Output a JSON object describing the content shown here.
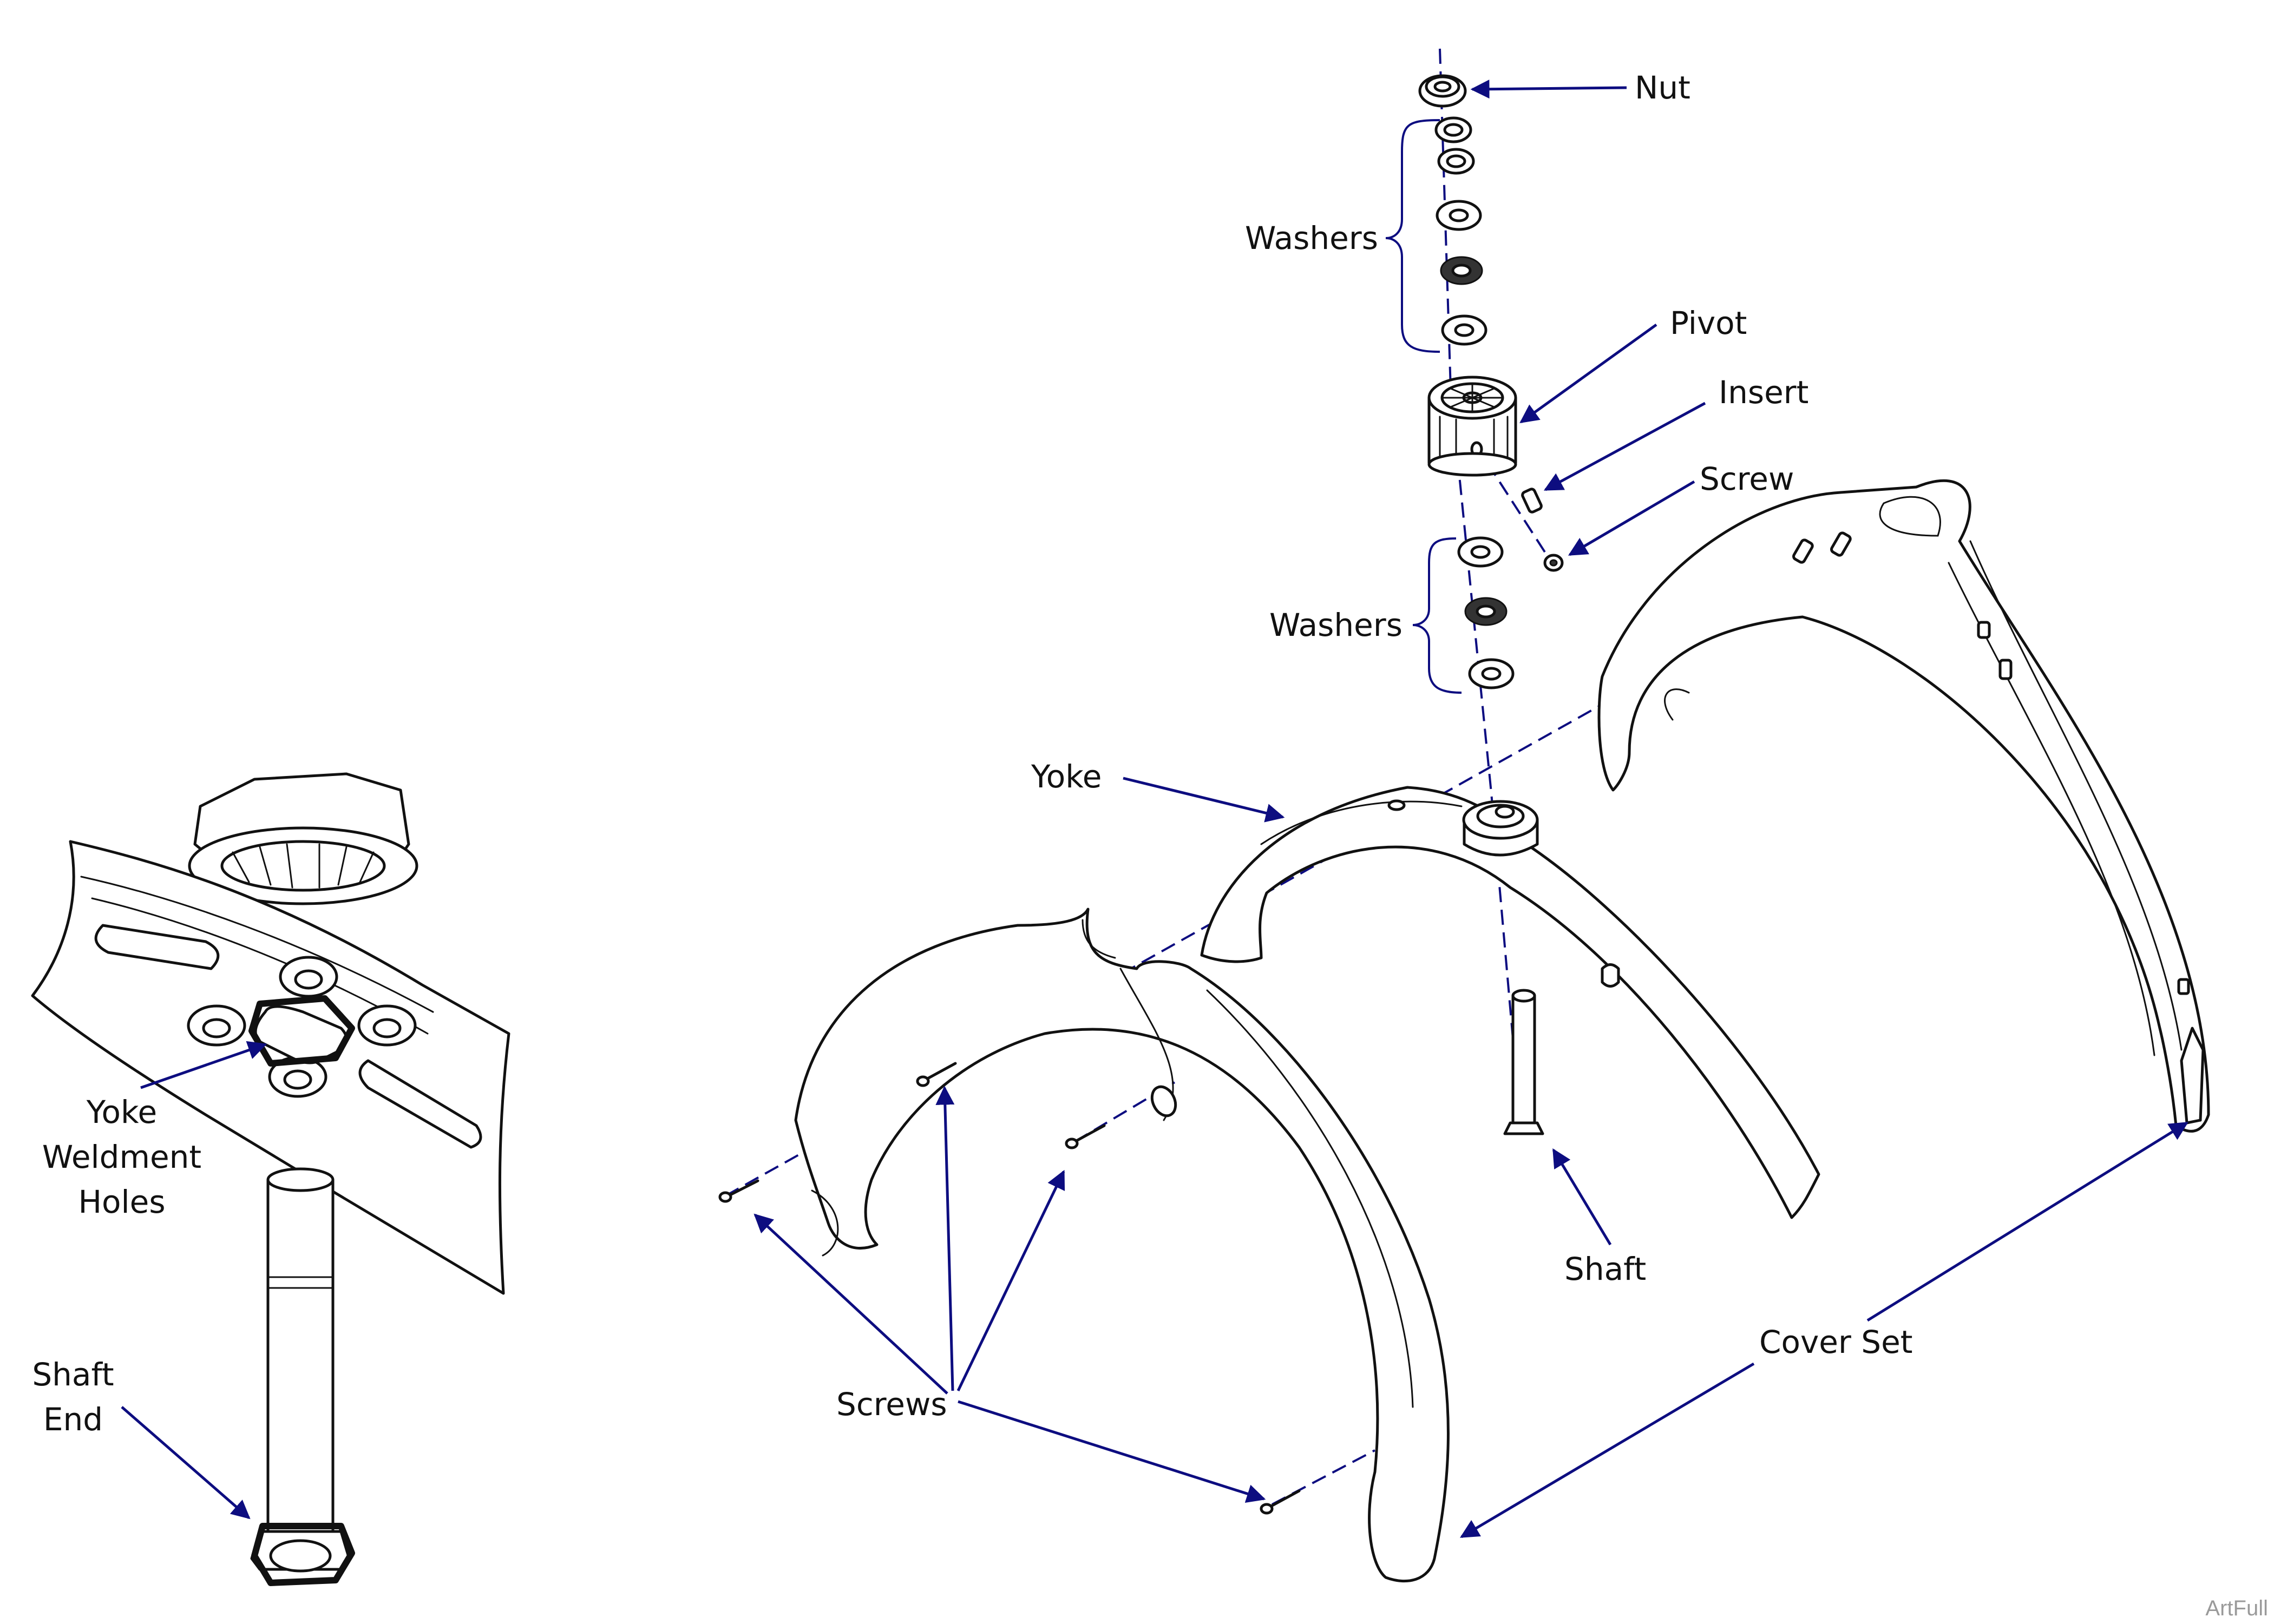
{
  "labels": {
    "nut": "Nut",
    "washers_top": "Washers",
    "pivot": "Pivot",
    "insert": "Insert",
    "screw": "Screw",
    "washers_bottom": "Washers",
    "yoke": "Yoke",
    "shaft": "Shaft",
    "cover_set": "Cover Set",
    "screws": "Screws",
    "yoke_weldment_holes": [
      "Yoke",
      "Weldment",
      "Holes"
    ],
    "shaft_end": [
      "Shaft",
      "End"
    ]
  },
  "watermark": "ArtFull",
  "colors": {
    "leader": "#0d0d80",
    "line_art": "#111111",
    "watermark": "#9a9a9a"
  }
}
